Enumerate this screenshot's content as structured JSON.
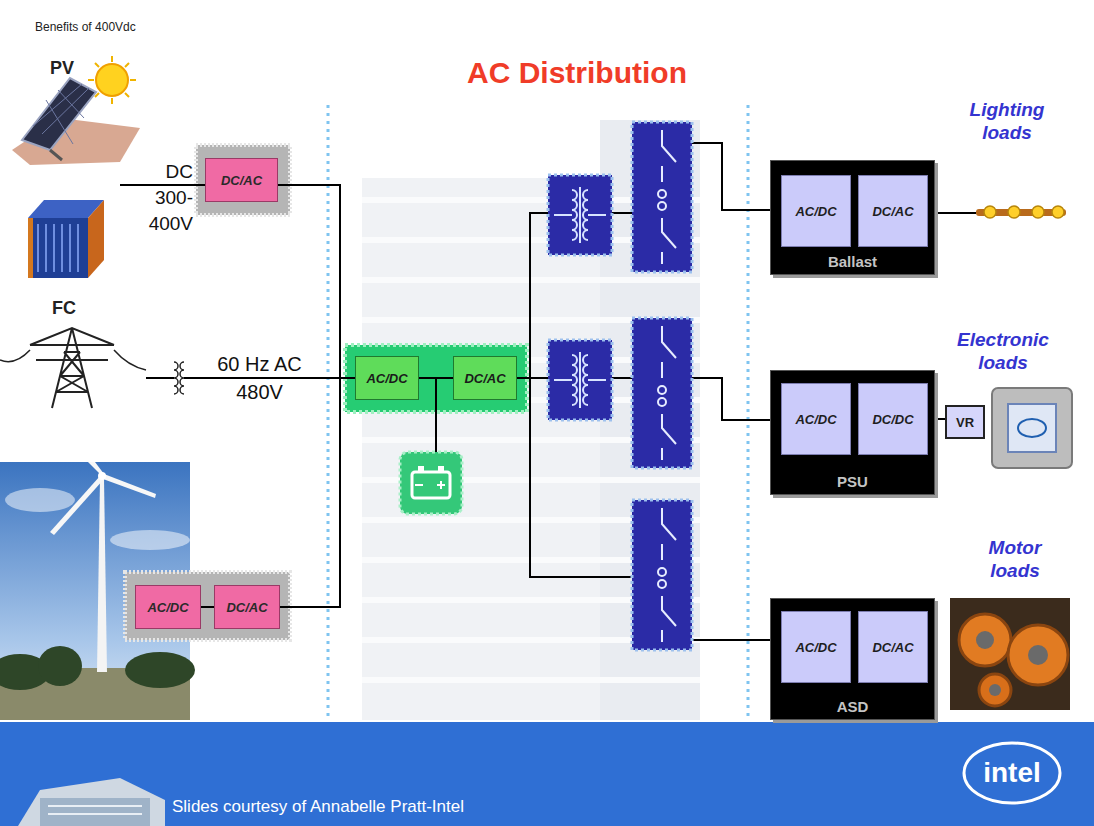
{
  "diagram": {
    "title": "AC Distribution",
    "nodes": [
      {
        "text": [
          "DC/AC"
        ]
      },
      {
        "text": [
          "AC/DC"
        ]
      },
      {
        "text": [
          "DC/AC"
        ]
      },
      {
        "text": [
          "AC/DC"
        ]
      },
      {
        "text": [
          "DC/AC"
        ]
      },
      {
        "text": [
          "Ballast"
        ]
      },
      {
        "text": [
          "AC/DC"
        ],
        "in": 5
      },
      {
        "text": [
          "DC/AC"
        ],
        "in": 5
      },
      {
        "text": [
          "PSU"
        ]
      },
      {
        "text": [
          "AC/DC"
        ],
        "in": 8
      },
      {
        "text": [
          "DC/DC"
        ],
        "in": 8
      },
      {
        "text": [
          "VR"
        ]
      },
      {
        "text": [
          "ASD"
        ]
      },
      {
        "text": [
          "AC/DC"
        ],
        "in": 12
      },
      {
        "text": [
          "DC/AC"
        ],
        "in": 12
      }
    ],
    "edges": [
      {
        "from": 0,
        "to": 3,
        "arrow": "none"
      },
      {
        "from": 1,
        "to": 2,
        "arrow": "none"
      },
      {
        "from": 2,
        "to": 3,
        "arrow": "none"
      },
      {
        "from": 3,
        "to": 4,
        "arrow": "none"
      },
      {
        "from": 4,
        "to": 6,
        "arrow": "none"
      },
      {
        "from": 4,
        "to": 9,
        "arrow": "none"
      },
      {
        "from": 4,
        "to": 13,
        "arrow": "none"
      },
      {
        "from": 10,
        "to": 11,
        "arrow": "none"
      }
    ],
    "labels": [
      "Benefits of 400Vdc",
      "PV",
      "DC 300-400V",
      "FC",
      "60 Hz AC 480V",
      "Lighting loads",
      "Electronic loads",
      "Motor loads",
      "Slides courtesy of Annabelle Pratt-Intel",
      "intel"
    ]
  }
}
